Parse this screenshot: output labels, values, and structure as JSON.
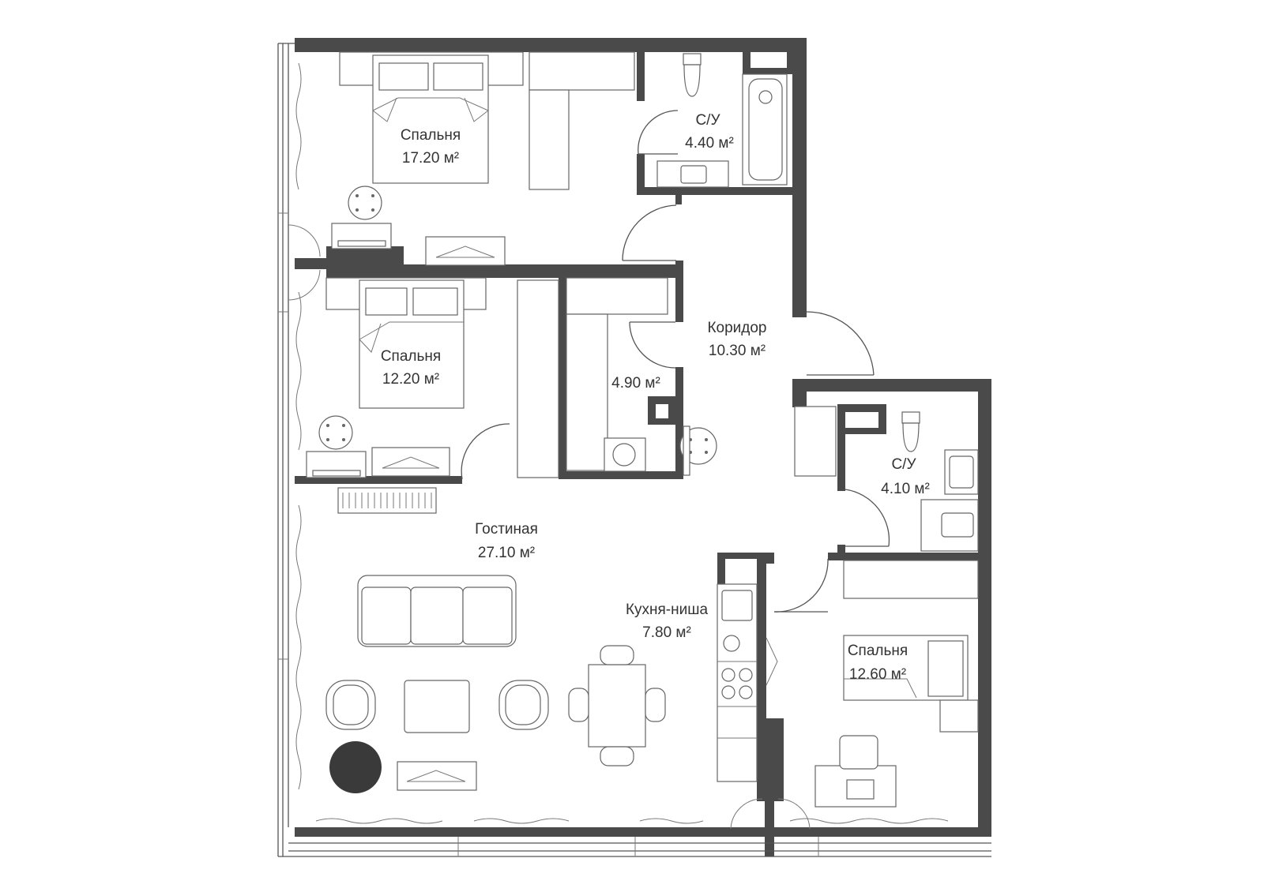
{
  "rooms": [
    {
      "name": "Спальня",
      "area": "17.20 м²"
    },
    {
      "name": "С/У",
      "area": "4.40 м²"
    },
    {
      "name": "Спальня",
      "area": "12.20 м²"
    },
    {
      "name": "",
      "area": "4.90 м²"
    },
    {
      "name": "Коридор",
      "area": "10.30 м²"
    },
    {
      "name": "С/У",
      "area": "4.10 м²"
    },
    {
      "name": "Гостиная",
      "area": "27.10 м²"
    },
    {
      "name": "Кухня-ниша",
      "area": "7.80 м²"
    },
    {
      "name": "Спальня",
      "area": "12.60 м²"
    }
  ],
  "colors": {
    "wall": "#4a4a4a",
    "line": "#555555",
    "text": "#333333"
  }
}
